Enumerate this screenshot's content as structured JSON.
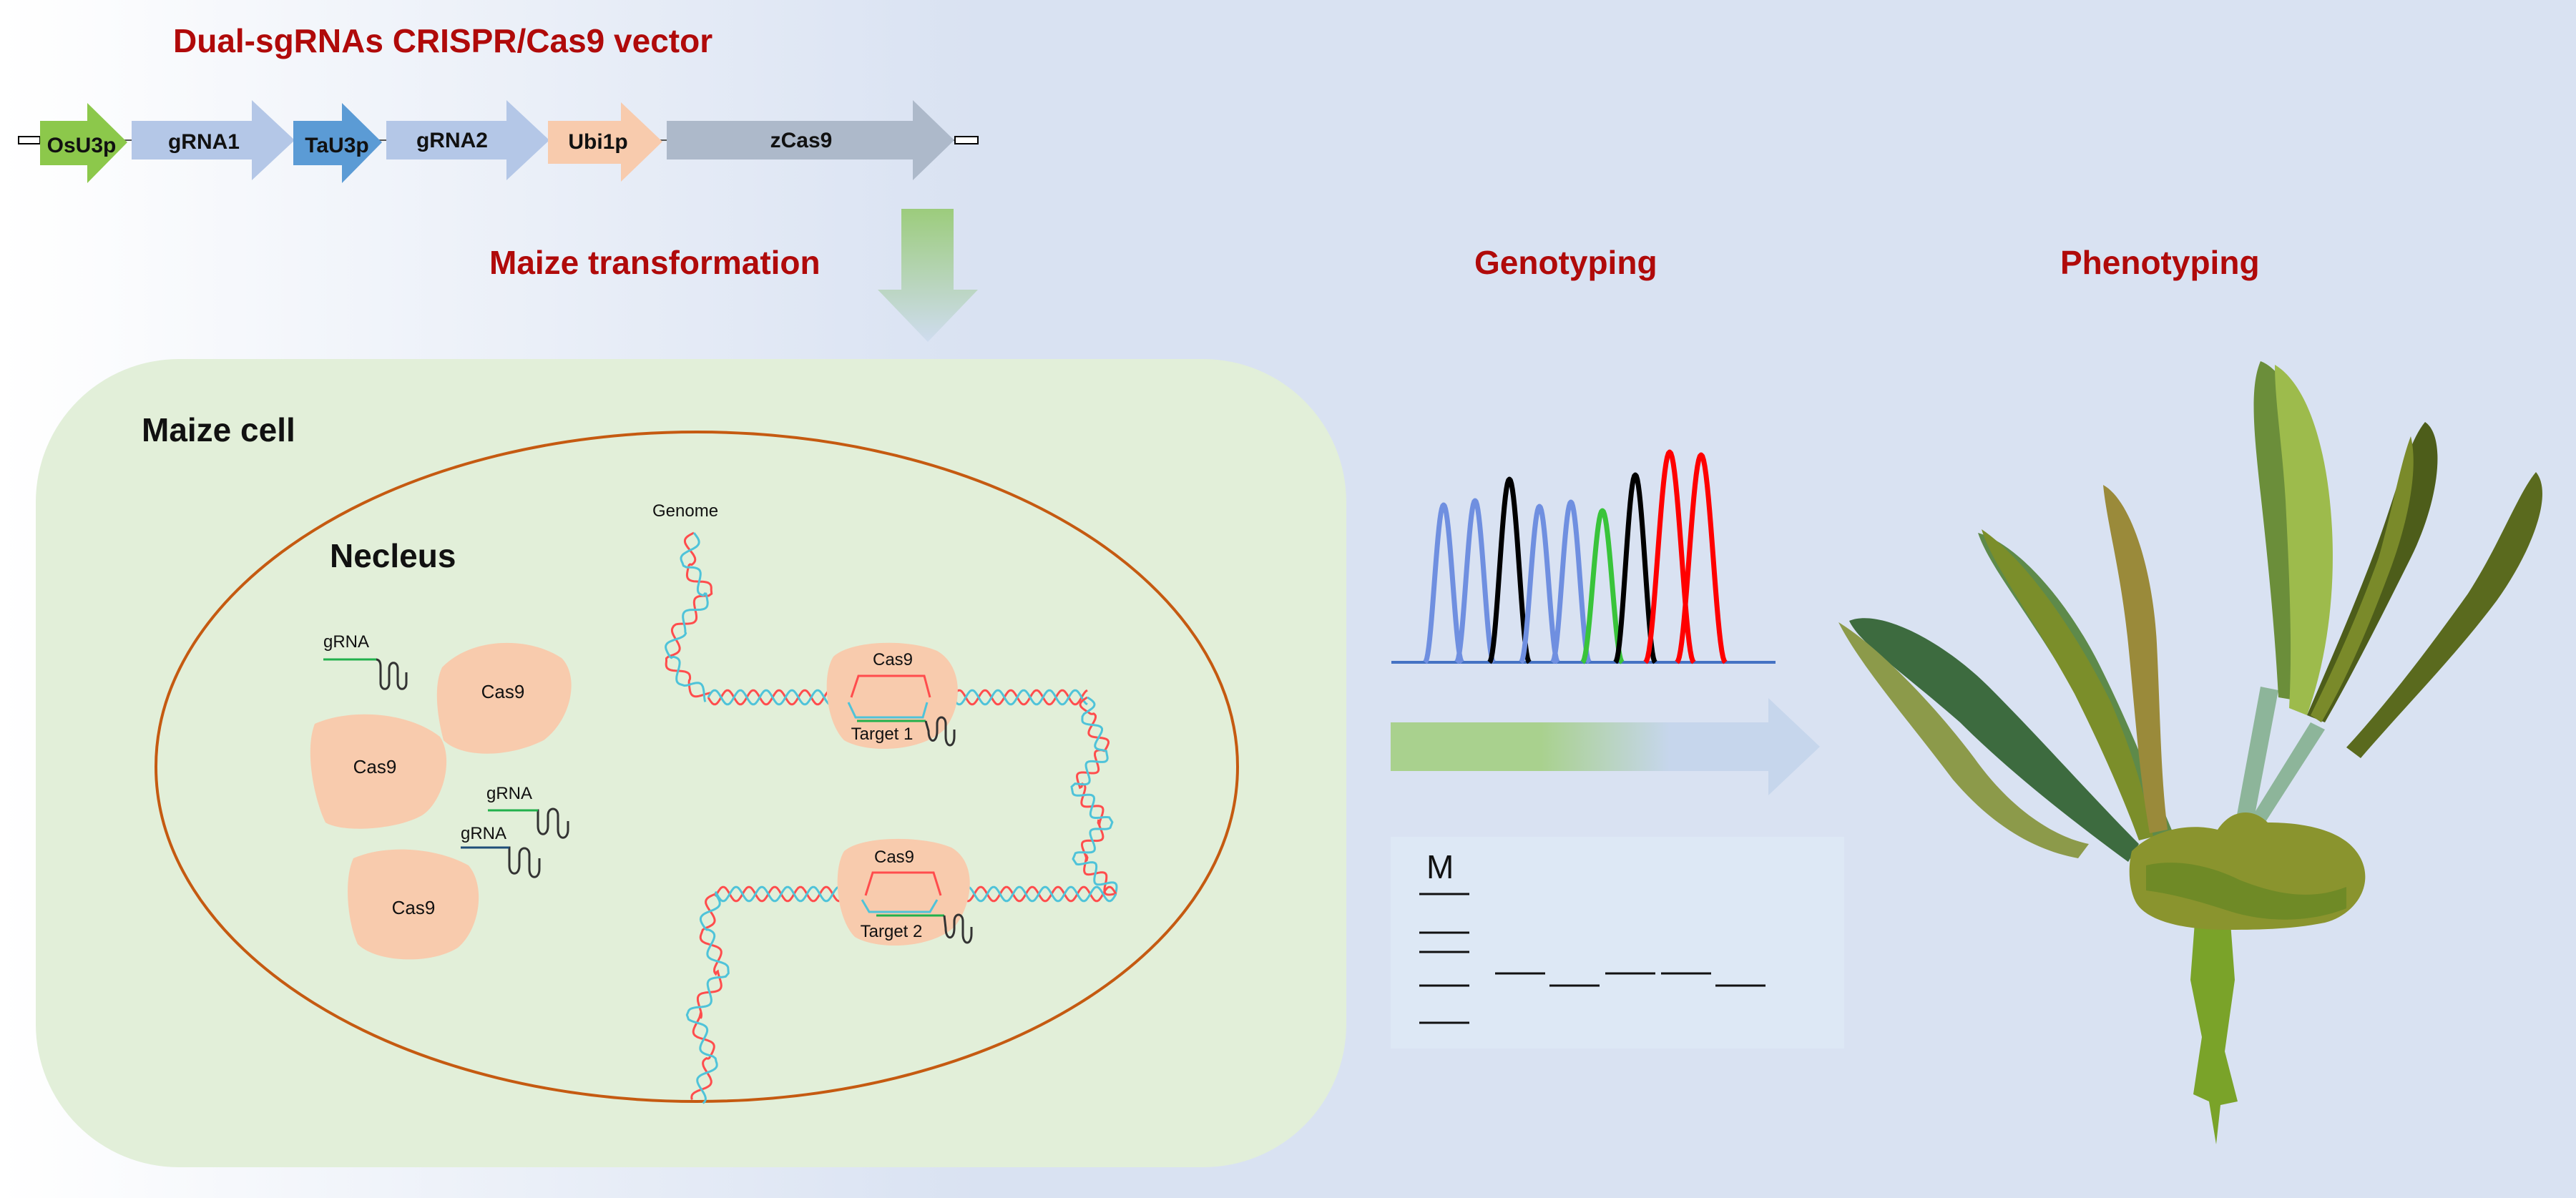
{
  "titles": {
    "vector": "Dual-sgRNAs CRISPR/Cas9 vector",
    "transformation": "Maize transformation",
    "genotyping": "Genotyping",
    "phenotyping": "Phenotyping"
  },
  "vector_parts": [
    {
      "label": "OsU3p",
      "color": "#8cc84b",
      "label_color": "#111111"
    },
    {
      "label": "gRNA1",
      "color": "#b4c7e7",
      "label_color": "#111111"
    },
    {
      "label": "TaU3p",
      "color": "#5b9bd5",
      "label_color": "#111111"
    },
    {
      "label": "gRNA2",
      "color": "#b4c7e7",
      "label_color": "#111111"
    },
    {
      "label": "Ubi1p",
      "color": "#f8cbad",
      "label_color": "#111111"
    },
    {
      "label": "zCas9",
      "color": "#adb9ca",
      "label_color": "#111111"
    }
  ],
  "cell": {
    "title": "Maize cell",
    "nucleus_label": "Necleus",
    "genome_label": "Genome",
    "free_molecules": {
      "grna": [
        "gRNA",
        "gRNA",
        "gRNA"
      ],
      "cas9": [
        "Cas9",
        "Cas9",
        "Cas9"
      ]
    },
    "targets": [
      {
        "protein": "Cas9",
        "label": "Target 1"
      },
      {
        "protein": "Cas9",
        "label": "Target 2"
      }
    ]
  },
  "gel": {
    "marker_label": "M"
  },
  "colors": {
    "title_red": "#b00a0a",
    "cell_fill": "#e2efd9",
    "nucleus_outline": "#c55a11",
    "cas9_fill": "#f8cbad",
    "dna_red": "#ff4d4d",
    "dna_cyan": "#4fc3d9",
    "chromatogram": [
      "#6f8fe0",
      "#000000",
      "#6f8fe0",
      "#6f8fe0",
      "#39c43a",
      "#000000",
      "#ff0000",
      "#ff0000"
    ]
  }
}
